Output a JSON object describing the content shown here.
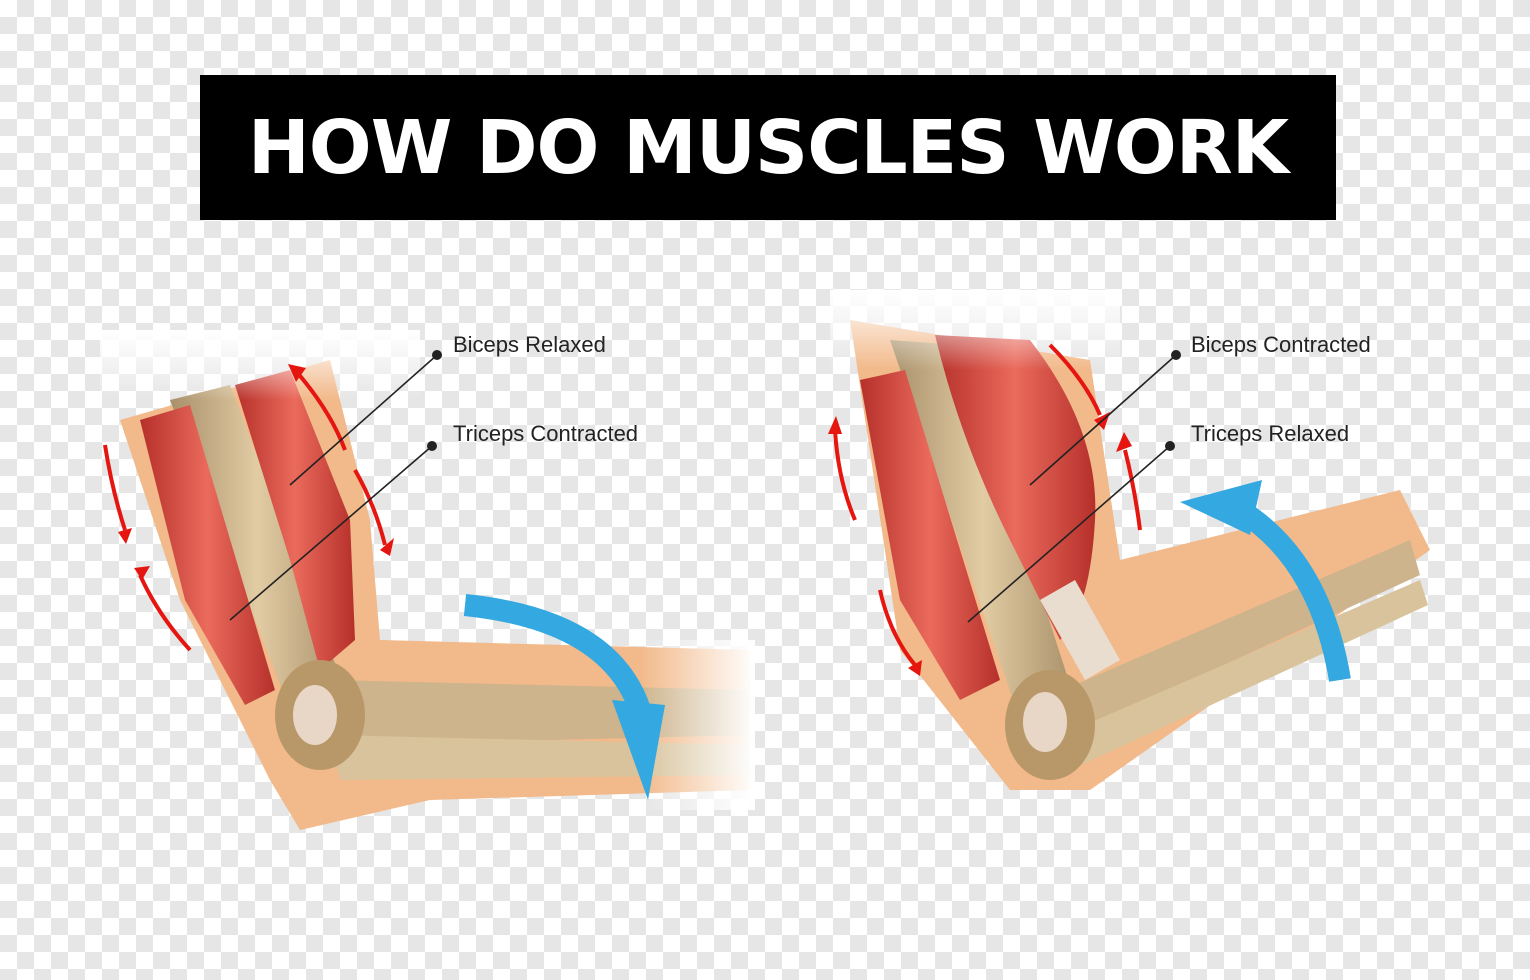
{
  "title": "HOW DO MUSCLES WORK",
  "left_arm": {
    "biceps_label": "Biceps Relaxed",
    "triceps_label": "Triceps Contracted"
  },
  "right_arm": {
    "biceps_label": "Biceps Contracted",
    "triceps_label": "Triceps Relaxed"
  },
  "colors": {
    "skin": "#f2b98a",
    "bone": "#cdb48c",
    "muscle": "#d9473a",
    "tension_arrow": "#e5150f",
    "motion_arrow": "#34a8e0",
    "title_bg": "#000000",
    "title_text": "#ffffff"
  }
}
